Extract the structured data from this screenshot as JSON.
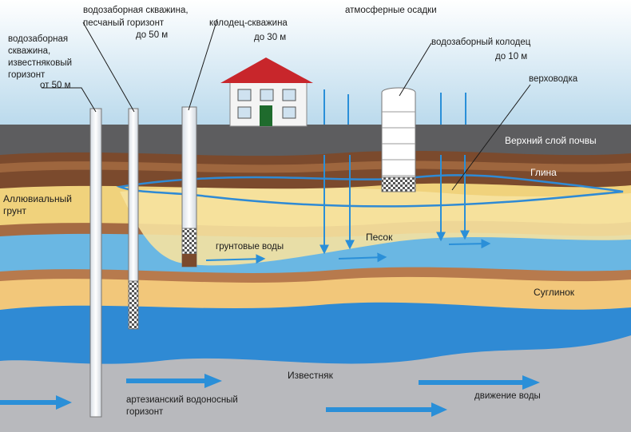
{
  "labels": {
    "well_limestone": [
      "водозаборная",
      "скважина,",
      "известняковый",
      "горизонт",
      "от 50 м"
    ],
    "well_sand": [
      "водозаборная скважина,",
      "песчаный горизонт",
      "до 50 м"
    ],
    "well_shaft": [
      "колодец-скважина",
      "до 30 м"
    ],
    "precipitation": "атмосферные осадки",
    "dug_well": [
      "водозаборный колодец",
      "до 10 м"
    ],
    "perched_water": "верховодка",
    "topsoil": "Верхний слой почвы",
    "clay": "Глина",
    "alluvial": [
      "Аллювиальный",
      "грунт"
    ],
    "sand": "Песок",
    "groundwater": "грунтовые воды",
    "loam": "Суглинок",
    "limestone": "Известняк",
    "artesian": [
      "артезианский водоносный",
      "горизонт"
    ],
    "water_movement": "движение воды"
  },
  "colors": {
    "sky_top": "#ffffff",
    "sky_bottom": "#b9d9ec",
    "topsoil": "#5d5d5f",
    "clay_dark": "#7b4a2d",
    "clay_light": "#b57a4a",
    "sand": "#f0d27c",
    "sand_light": "#f6e2a0",
    "water_light": "#6ab7e3",
    "water_blue": "#2f8ad4",
    "water_deep": "#1a6fc0",
    "loam": "#f2c77a",
    "loam_brown": "#b77a4d",
    "limestone": "#b8b9bd",
    "arrow": "#2a8fd8",
    "house_roof": "#c8262b",
    "house_door": "#1f6b2d"
  }
}
